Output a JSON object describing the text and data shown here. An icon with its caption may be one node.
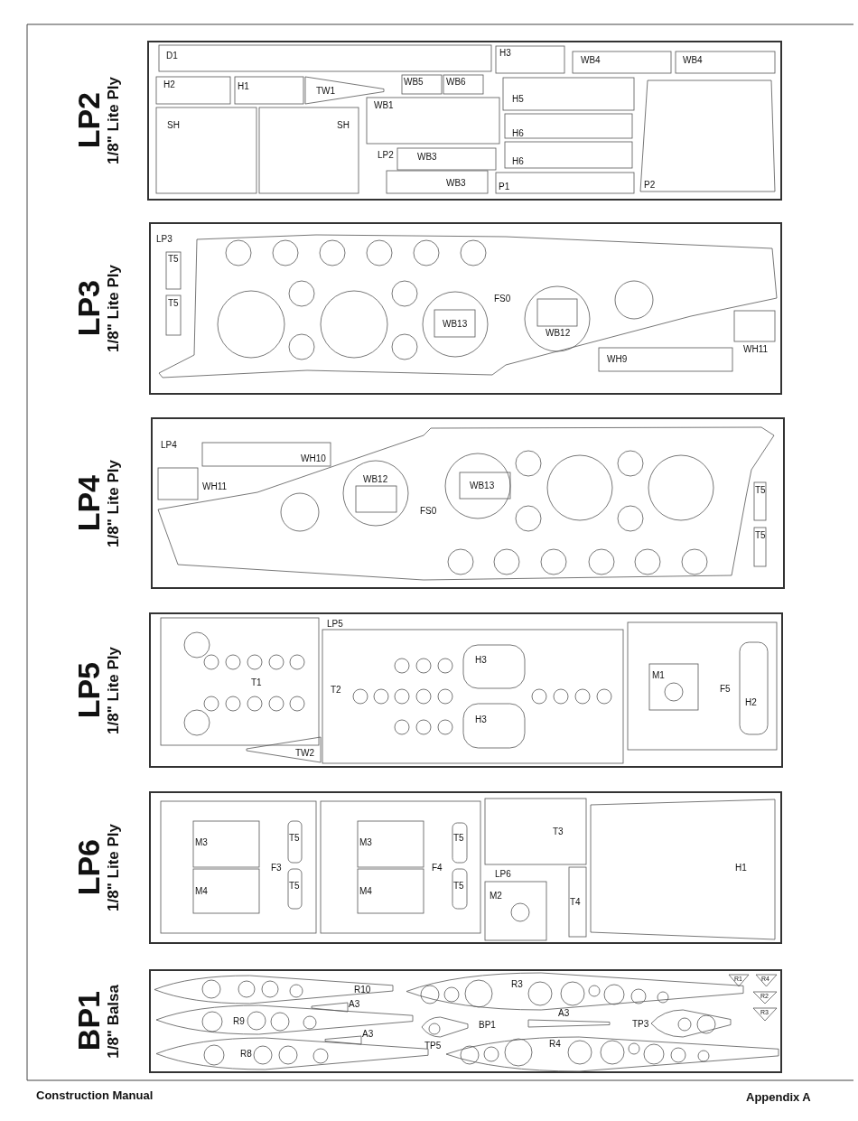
{
  "diagram": {
    "nodes": [
      {
        "text": [
          "LP2",
          "1/8\" Lite Ply"
        ]
      },
      {
        "text": [
          "D1"
        ],
        "in": 0
      },
      {
        "text": [
          "H3"
        ],
        "in": 0
      },
      {
        "text": [
          "WB4"
        ],
        "in": 0
      },
      {
        "text": [
          "WB4"
        ],
        "in": 0
      },
      {
        "text": [
          "H2"
        ],
        "in": 0
      },
      {
        "text": [
          "H1"
        ],
        "in": 0
      },
      {
        "text": [
          "TW1"
        ],
        "in": 0
      },
      {
        "text": [
          "WB5"
        ],
        "in": 0
      },
      {
        "text": [
          "WB6"
        ],
        "in": 0
      },
      {
        "text": [
          "WB1"
        ],
        "in": 0
      },
      {
        "text": [
          "H5"
        ],
        "in": 0
      },
      {
        "text": [
          "SH"
        ],
        "in": 0
      },
      {
        "text": [
          "SH"
        ],
        "in": 0
      },
      {
        "text": [
          "H6"
        ],
        "in": 0
      },
      {
        "text": [
          "H6"
        ],
        "in": 0
      },
      {
        "text": [
          "WB3"
        ],
        "in": 0
      },
      {
        "text": [
          "WB3"
        ],
        "in": 0
      },
      {
        "text": [
          "P1"
        ],
        "in": 0
      },
      {
        "text": [
          "P2"
        ],
        "in": 0
      },
      {
        "text": [
          "LP3",
          "1/8\" Lite Ply"
        ]
      },
      {
        "text": [
          "T5"
        ],
        "in": 20
      },
      {
        "text": [
          "T5"
        ],
        "in": 20
      },
      {
        "text": [
          "FS0"
        ],
        "in": 20
      },
      {
        "text": [
          "WB13"
        ],
        "in": 23
      },
      {
        "text": [
          "WB12"
        ],
        "in": 23
      },
      {
        "text": [
          "WH11"
        ],
        "in": 20
      },
      {
        "text": [
          "WH9"
        ],
        "in": 20
      },
      {
        "text": [
          "LP4",
          "1/8\" Lite Ply"
        ]
      },
      {
        "text": [
          "WH10"
        ],
        "in": 28
      },
      {
        "text": [
          "WH11"
        ],
        "in": 28
      },
      {
        "text": [
          "FS0"
        ],
        "in": 28
      },
      {
        "text": [
          "WB12"
        ],
        "in": 31
      },
      {
        "text": [
          "WB13"
        ],
        "in": 31
      },
      {
        "text": [
          "T5"
        ],
        "in": 28
      },
      {
        "text": [
          "T5"
        ],
        "in": 28
      },
      {
        "text": [
          "LP5",
          "1/8\" Lite Ply"
        ]
      },
      {
        "text": [
          "T1"
        ],
        "in": 36
      },
      {
        "text": [
          "T2"
        ],
        "in": 36
      },
      {
        "text": [
          "H3"
        ],
        "in": 38
      },
      {
        "text": [
          "H3"
        ],
        "in": 38
      },
      {
        "text": [
          "F5"
        ],
        "in": 36
      },
      {
        "text": [
          "M1"
        ],
        "in": 41
      },
      {
        "text": [
          "H2"
        ],
        "in": 41
      },
      {
        "text": [
          "TW2"
        ],
        "in": 36
      },
      {
        "text": [
          "LP6",
          "1/8\" Lite Ply"
        ]
      },
      {
        "text": [
          "F3"
        ],
        "in": 45
      },
      {
        "text": [
          "M3"
        ],
        "in": 46
      },
      {
        "text": [
          "M4"
        ],
        "in": 46
      },
      {
        "text": [
          "T5"
        ],
        "in": 46
      },
      {
        "text": [
          "T5"
        ],
        "in": 46
      },
      {
        "text": [
          "F4"
        ],
        "in": 45
      },
      {
        "text": [
          "M3"
        ],
        "in": 51
      },
      {
        "text": [
          "M4"
        ],
        "in": 51
      },
      {
        "text": [
          "T5"
        ],
        "in": 51
      },
      {
        "text": [
          "T5"
        ],
        "in": 51
      },
      {
        "text": [
          "T3"
        ],
        "in": 45
      },
      {
        "text": [
          "M2"
        ],
        "in": 45
      },
      {
        "text": [
          "T4"
        ],
        "in": 45
      },
      {
        "text": [
          "H1"
        ],
        "in": 45
      },
      {
        "text": [
          "BP1",
          "1/8\" Balsa"
        ]
      },
      {
        "text": [
          "R10"
        ],
        "in": 60
      },
      {
        "text": [
          "R3"
        ],
        "in": 60
      },
      {
        "text": [
          "A3"
        ],
        "in": 60
      },
      {
        "text": [
          "R9"
        ],
        "in": 60
      },
      {
        "text": [
          "TP5"
        ],
        "in": 60
      },
      {
        "text": [
          "A3"
        ],
        "in": 60
      },
      {
        "text": [
          "TP3"
        ],
        "in": 60
      },
      {
        "text": [
          "R8"
        ],
        "in": 60
      },
      {
        "text": [
          "A3"
        ],
        "in": 60
      },
      {
        "text": [
          "R4"
        ],
        "in": 60
      },
      {
        "text": [
          "R1"
        ],
        "in": 60
      },
      {
        "text": [
          "R4"
        ],
        "in": 60
      },
      {
        "text": [
          "R2"
        ],
        "in": 60
      },
      {
        "text": [
          "R3"
        ],
        "in": 60
      }
    ],
    "edges": [],
    "labels": [
      "LP2",
      "LP3",
      "LP4",
      "LP5",
      "LP6",
      "BP1",
      "Construction Manual",
      "Appendix A"
    ]
  }
}
